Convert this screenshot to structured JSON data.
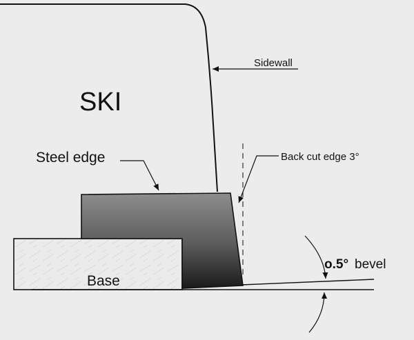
{
  "labels": {
    "ski": "SKI",
    "sidewall": "Sidewall",
    "steel_edge": "Steel edge",
    "back_cut": "Back cut edge 3°",
    "bevel_number": "o.5°",
    "bevel_word": "bevel",
    "base": "Base"
  },
  "colors": {
    "background": "#ececec",
    "ink": "#111111",
    "edge_gradient_top": "#8a8a8a",
    "edge_gradient_bottom": "#1c1c1c",
    "base_fill": "#ebebeb"
  }
}
